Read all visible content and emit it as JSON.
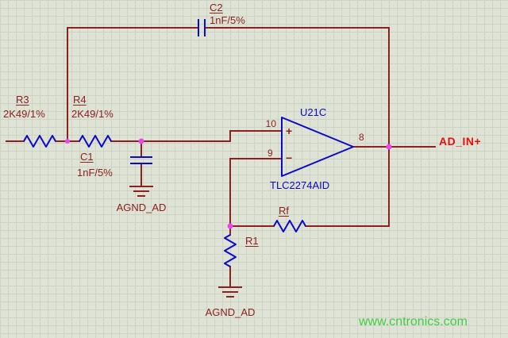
{
  "schematic": {
    "components": {
      "C2": {
        "designator": "C2",
        "value": "1nF/5%"
      },
      "R3": {
        "designator": "R3",
        "value": "2K49/1%"
      },
      "R4": {
        "designator": "R4",
        "value": "2K49/1%"
      },
      "C1": {
        "designator": "C1",
        "value": "1nF/5%"
      },
      "Rf": {
        "designator": "Rf"
      },
      "R1": {
        "designator": "R1"
      },
      "U21C": {
        "designator": "U21C",
        "part_number": "TLC2274AID",
        "pins": {
          "noninverting": "10",
          "inverting": "9",
          "output": "8"
        },
        "plus": "+",
        "minus": "−"
      }
    },
    "power_ports": {
      "c1_ground": "AGND_AD",
      "r1_ground": "AGND_AD"
    },
    "net_labels": {
      "output": "AD_IN+"
    },
    "colors": {
      "background": "#dfe3d5",
      "grid": "#cdd4c3",
      "wire": "#8b2121",
      "symbol": "#0a0ac8",
      "label": "#8b2121",
      "net_label": "#e90f0f",
      "junction": "#ee44ee",
      "watermark": "#41cc47"
    }
  },
  "watermark": {
    "text": "www.cntronics.com"
  }
}
